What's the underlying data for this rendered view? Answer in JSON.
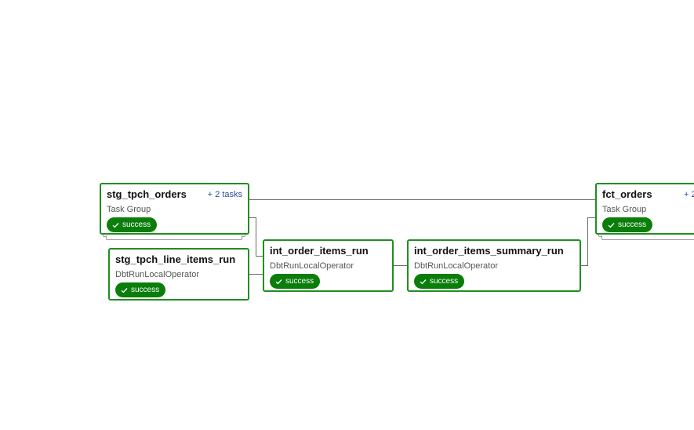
{
  "colors": {
    "node_border": "#1f8f1f",
    "badge_bg": "#0a7d0a",
    "edge": "#6a6a6a",
    "task_link": "#2b4c9b"
  },
  "status_icon": "check-icon",
  "nodes": {
    "stg_tpch_orders": {
      "title": "stg_tpch_orders",
      "tasks": "+ 2 tasks",
      "type": "Task Group",
      "status": "success"
    },
    "stg_tpch_line_items_run": {
      "title": "stg_tpch_line_items_run",
      "type": "DbtRunLocalOperator",
      "status": "success"
    },
    "int_order_items_run": {
      "title": "int_order_items_run",
      "type": "DbtRunLocalOperator",
      "status": "success"
    },
    "int_order_items_summary_run": {
      "title": "int_order_items_summary_run",
      "type": "DbtRunLocalOperator",
      "status": "success"
    },
    "fct_orders": {
      "title": "fct_orders",
      "tasks": "+ 2",
      "type": "Task Group",
      "status": "success"
    }
  }
}
